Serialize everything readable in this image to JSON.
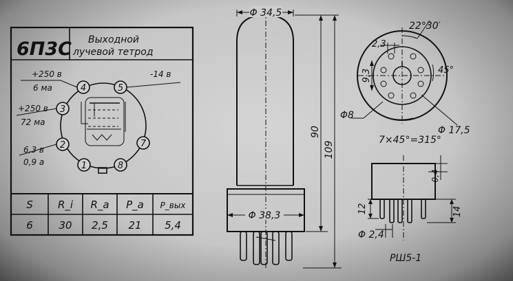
{
  "spec_card": {
    "tube_type": "6П3С",
    "description_line1": "Выходной",
    "description_line2": "лучевой тетрод",
    "pins": [
      "4",
      "5",
      "3",
      "2",
      "7",
      "1",
      "8"
    ],
    "pin_labels": {
      "p4_volt": "+250 в",
      "p4_cur": "6 ма",
      "p5_volt": "-14 в",
      "p3_volt": "+250 в",
      "p3_cur": "72 ма",
      "p2_volt": "6,3 в",
      "p2_cur": "0,9 а"
    },
    "table": {
      "headers": [
        "S",
        "R_i",
        "R_a",
        "P_a",
        "P_вых"
      ],
      "values": [
        "6",
        "30",
        "2,5",
        "21",
        "5,4"
      ]
    }
  },
  "side_view": {
    "top_diameter": "Φ 34,5",
    "base_diameter": "Φ 38,3",
    "body_height": "90",
    "total_height": "109"
  },
  "base_view": {
    "angle_top": "22°30′",
    "dim_23": "2,3",
    "dim_93": "9,3",
    "angle_45": "45°",
    "pin_diam": "Φ8",
    "outer_diam": "Φ 17,5",
    "angle_formula": "7×45°=315°"
  },
  "socket_view": {
    "dim_04": "0,4",
    "dim_12": "12",
    "dim_14": "14",
    "pin_diam": "Φ 2,4",
    "label": "РШ5-1"
  }
}
